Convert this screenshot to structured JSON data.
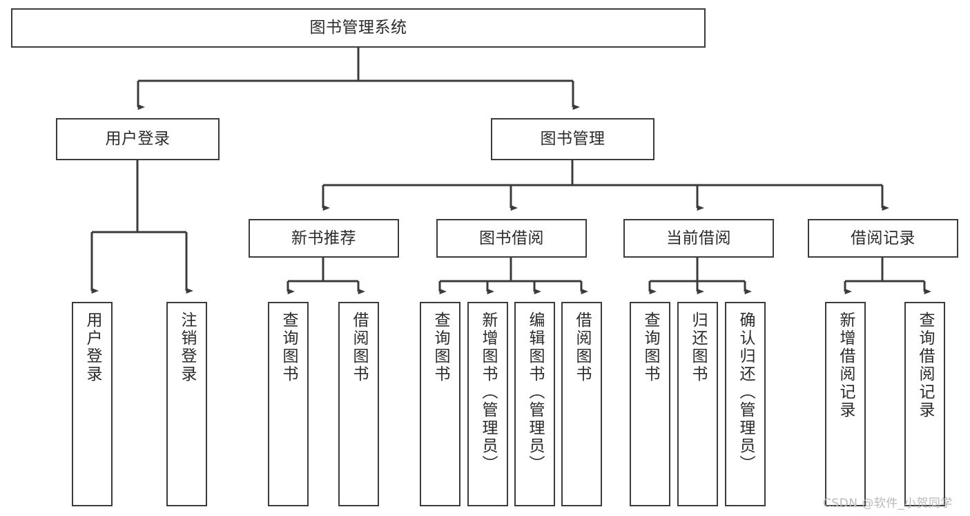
{
  "diagram": {
    "type": "tree-hierarchy",
    "title": "图书管理系统",
    "root": {
      "id": "root",
      "label": "图书管理系统",
      "orientation": "horizontal"
    },
    "level2": [
      {
        "id": "user-login",
        "label": "用户登录",
        "orientation": "horizontal"
      },
      {
        "id": "book-management",
        "label": "图书管理",
        "orientation": "horizontal"
      }
    ],
    "level3": [
      {
        "id": "new-book-recommend",
        "label": "新书推荐",
        "orientation": "horizontal",
        "parent": "book-management"
      },
      {
        "id": "book-borrow",
        "label": "图书借阅",
        "orientation": "horizontal",
        "parent": "book-management"
      },
      {
        "id": "current-borrow",
        "label": "当前借阅",
        "orientation": "horizontal",
        "parent": "book-management"
      },
      {
        "id": "borrow-record",
        "label": "借阅记录",
        "orientation": "horizontal",
        "parent": "book-management"
      }
    ],
    "leaves": [
      {
        "id": "leaf-user-login",
        "label": "用户登录",
        "orientation": "vertical",
        "parent": "user-login"
      },
      {
        "id": "leaf-user-logout",
        "label": "注销登录",
        "orientation": "vertical",
        "parent": "user-login"
      },
      {
        "id": "leaf-query-book-1",
        "label": "查询图书",
        "orientation": "vertical",
        "parent": "new-book-recommend"
      },
      {
        "id": "leaf-borrow-book-1",
        "label": "借阅图书",
        "orientation": "vertical",
        "parent": "new-book-recommend"
      },
      {
        "id": "leaf-query-book-2",
        "label": "查询图书",
        "orientation": "vertical",
        "parent": "book-borrow"
      },
      {
        "id": "leaf-add-book",
        "label": "新增图书（管理员）",
        "orientation": "vertical",
        "parent": "book-borrow"
      },
      {
        "id": "leaf-edit-book",
        "label": "编辑图书（管理员）",
        "orientation": "vertical",
        "parent": "book-borrow"
      },
      {
        "id": "leaf-borrow-book-2",
        "label": "借阅图书",
        "orientation": "vertical",
        "parent": "book-borrow"
      },
      {
        "id": "leaf-query-book-3",
        "label": "查询图书",
        "orientation": "vertical",
        "parent": "current-borrow"
      },
      {
        "id": "leaf-return-book",
        "label": "归还图书",
        "orientation": "vertical",
        "parent": "current-borrow"
      },
      {
        "id": "leaf-confirm-return",
        "label": "确认归还（管理员）",
        "orientation": "vertical",
        "parent": "current-borrow"
      },
      {
        "id": "leaf-add-record",
        "label": "新增借阅记录",
        "orientation": "vertical",
        "parent": "borrow-record"
      },
      {
        "id": "leaf-query-record",
        "label": "查询借阅记录",
        "orientation": "vertical",
        "parent": "borrow-record"
      }
    ]
  },
  "watermark": {
    "text": "CSDN @软件_小贺同学"
  },
  "colors": {
    "box_border": "#3b3b3b",
    "box_fill": "#ffffff",
    "connector": "#3b3b3b",
    "text": "#2b2b2b",
    "watermark": "#b9b9b9",
    "background": "#ffffff"
  }
}
